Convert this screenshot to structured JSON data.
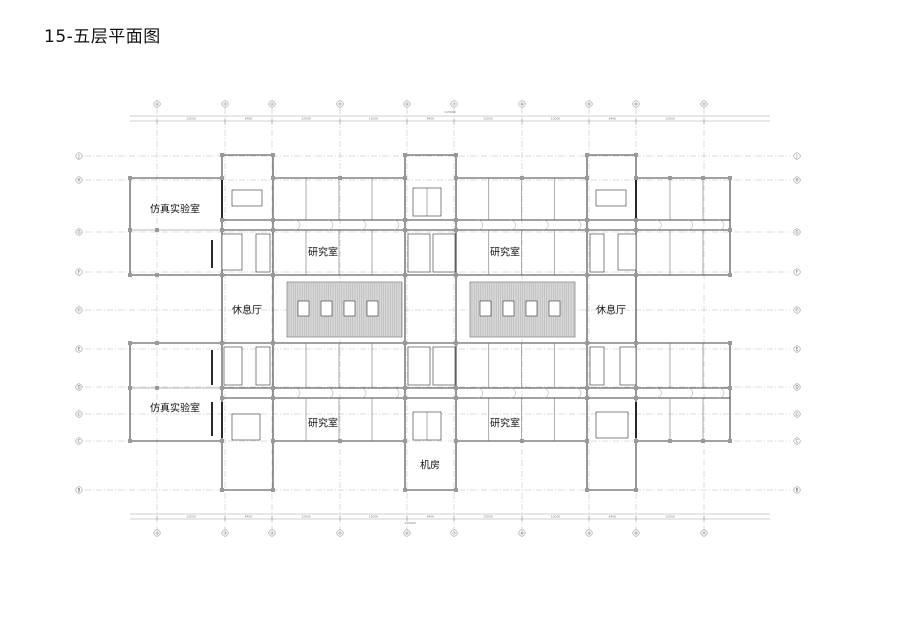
{
  "title": "15-五层平面图",
  "rooms": {
    "sim_lab_top": "仿真实验室",
    "sim_lab_bottom": "仿真实验室",
    "research_tl": "研究室",
    "research_tr": "研究室",
    "research_bl": "研究室",
    "research_br": "研究室",
    "lounge_left": "休息厅",
    "lounge_right": "休息厅",
    "machine_room": "机房"
  },
  "axes": {
    "columns": [
      "②",
      "③",
      "④",
      "⑤",
      "⑥",
      "⑦",
      "⑧",
      "⑨",
      "⑩",
      "⑪"
    ],
    "rows": [
      "J",
      "H",
      "G",
      "F",
      "Ⓔ",
      "E",
      "D",
      "Ⓒ",
      "C",
      "B"
    ]
  },
  "dimensions": {
    "top_segments": [
      "12000",
      "8400",
      "12000",
      "12000",
      "8400",
      "12000",
      "12000",
      "8400",
      "12000"
    ],
    "top_total": "115600",
    "bottom_segments": [
      "12000",
      "8400",
      "12000",
      "12000",
      "8400",
      "12000",
      "12000",
      "8400",
      "12000"
    ],
    "bottom_total": "115600"
  }
}
